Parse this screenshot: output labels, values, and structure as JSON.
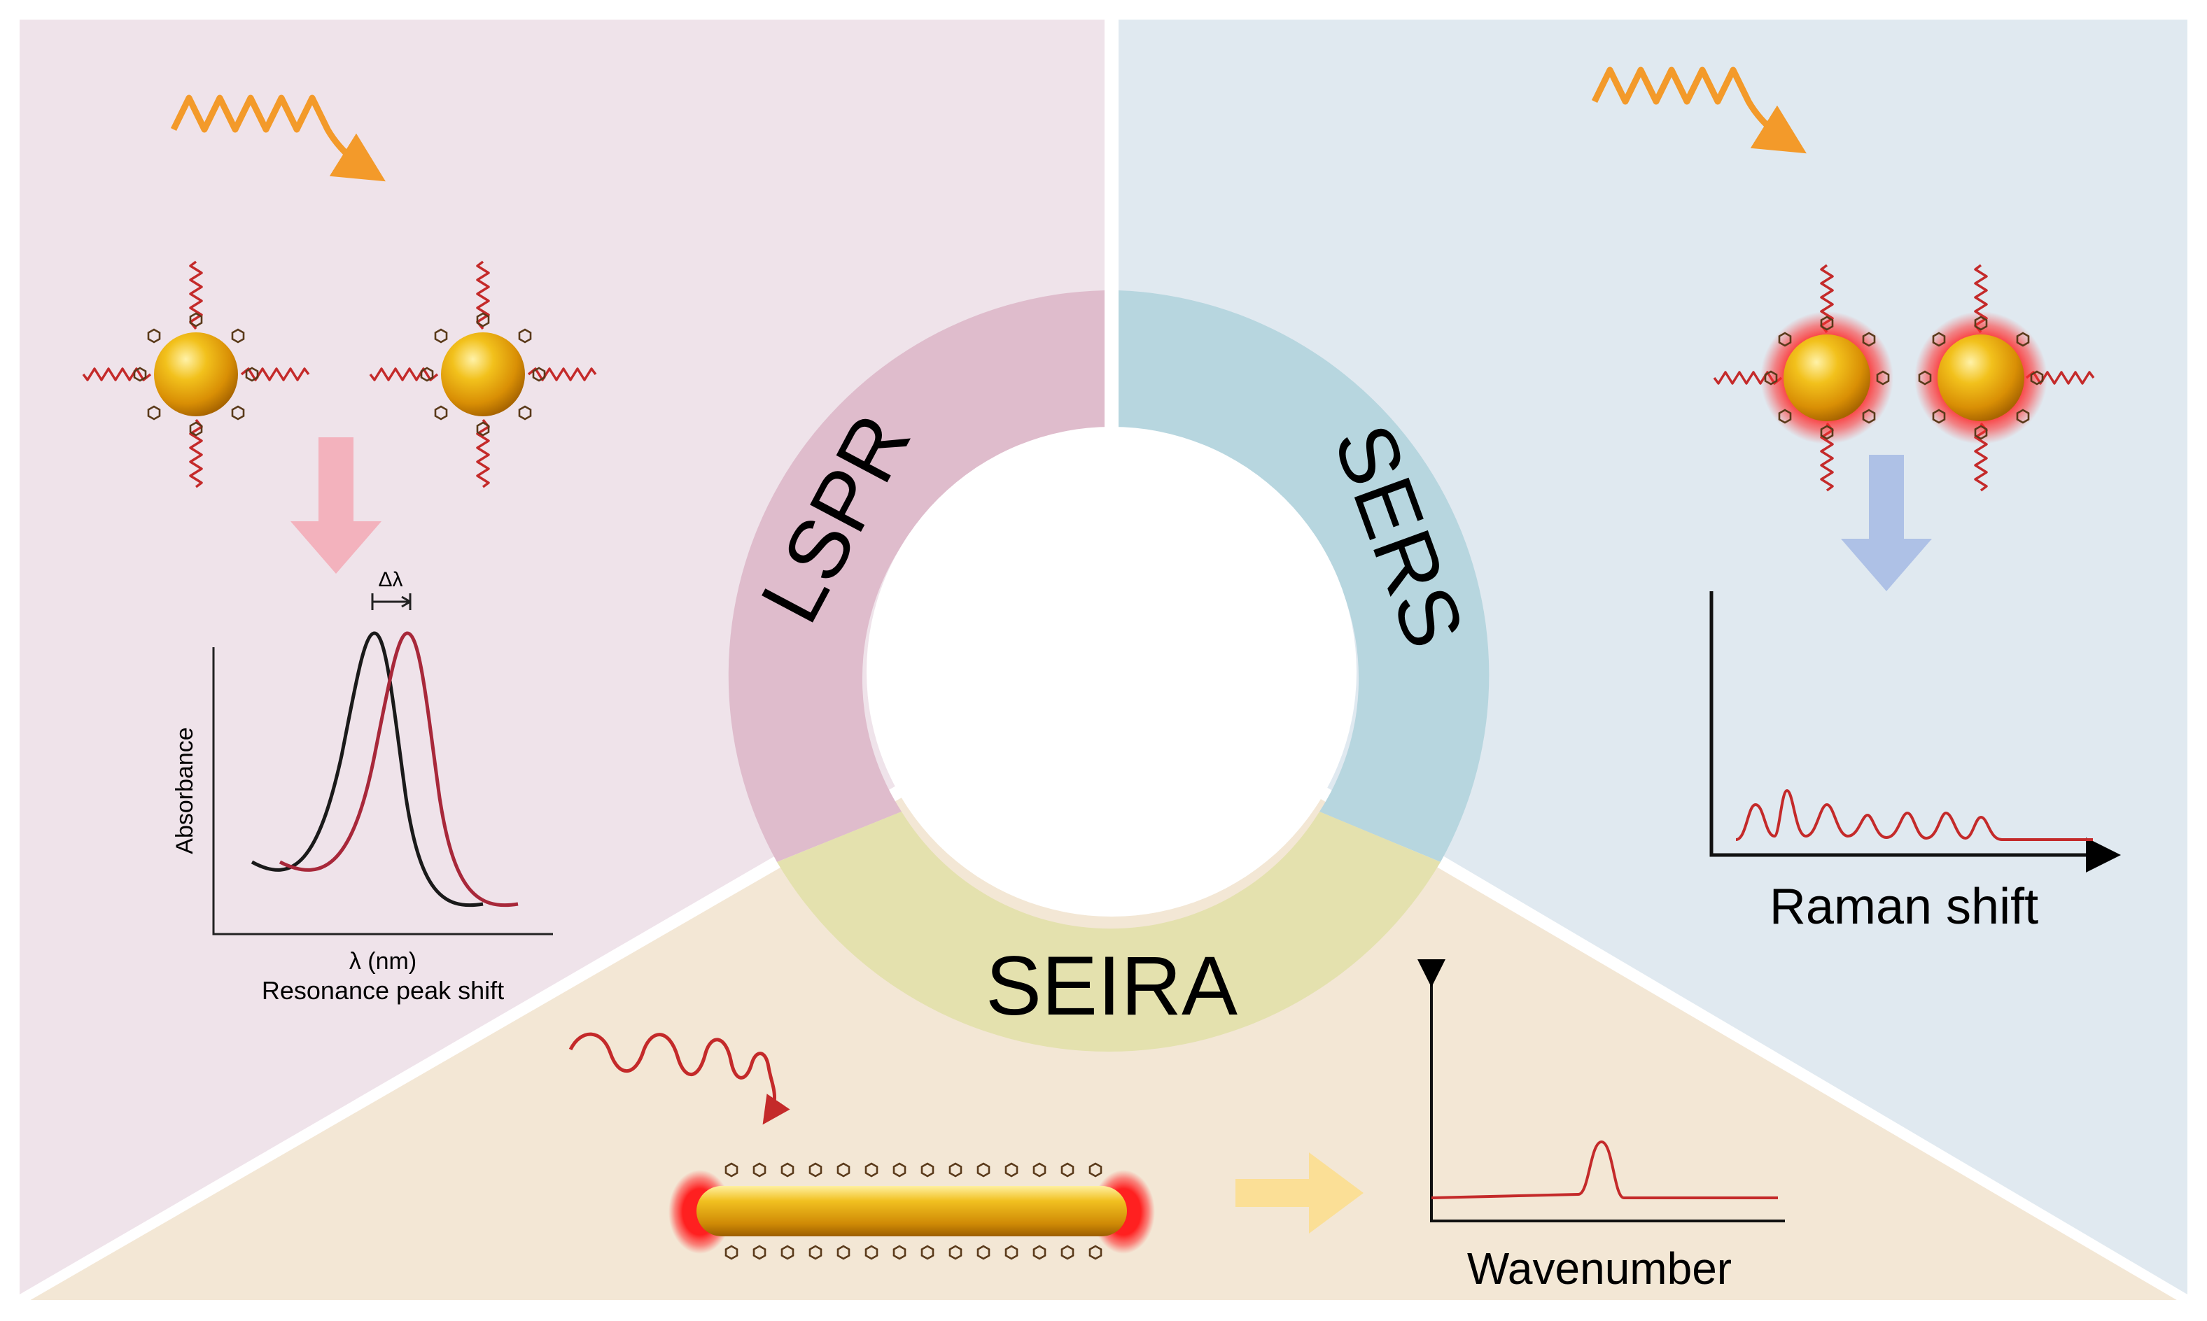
{
  "ring": {
    "lspr": "LSPR",
    "sers": "SERS",
    "seira": "SEIRA"
  },
  "lspr_panel": {
    "delta_label": "Δλ",
    "y_axis_label": "Absorbance",
    "x_axis_label": "λ (nm)",
    "caption": "Resonance peak shift"
  },
  "sers_panel": {
    "x_axis_label": "Raman shift"
  },
  "seira_panel": {
    "x_axis_label": "Wavenumber"
  },
  "colors": {
    "lspr_bg": "#efe3ea",
    "sers_bg": "#e0e9f0",
    "seira_bg": "#f3e7d5",
    "lspr_ring": "#dfbccc",
    "sers_ring": "#b7d6df",
    "seira_ring": "#e4e1ae",
    "gold": "#e8a70c",
    "light_wave": "#f39a2a",
    "scatter_wave": "#c42a2a",
    "hot_spot": "#ff1f1f"
  }
}
